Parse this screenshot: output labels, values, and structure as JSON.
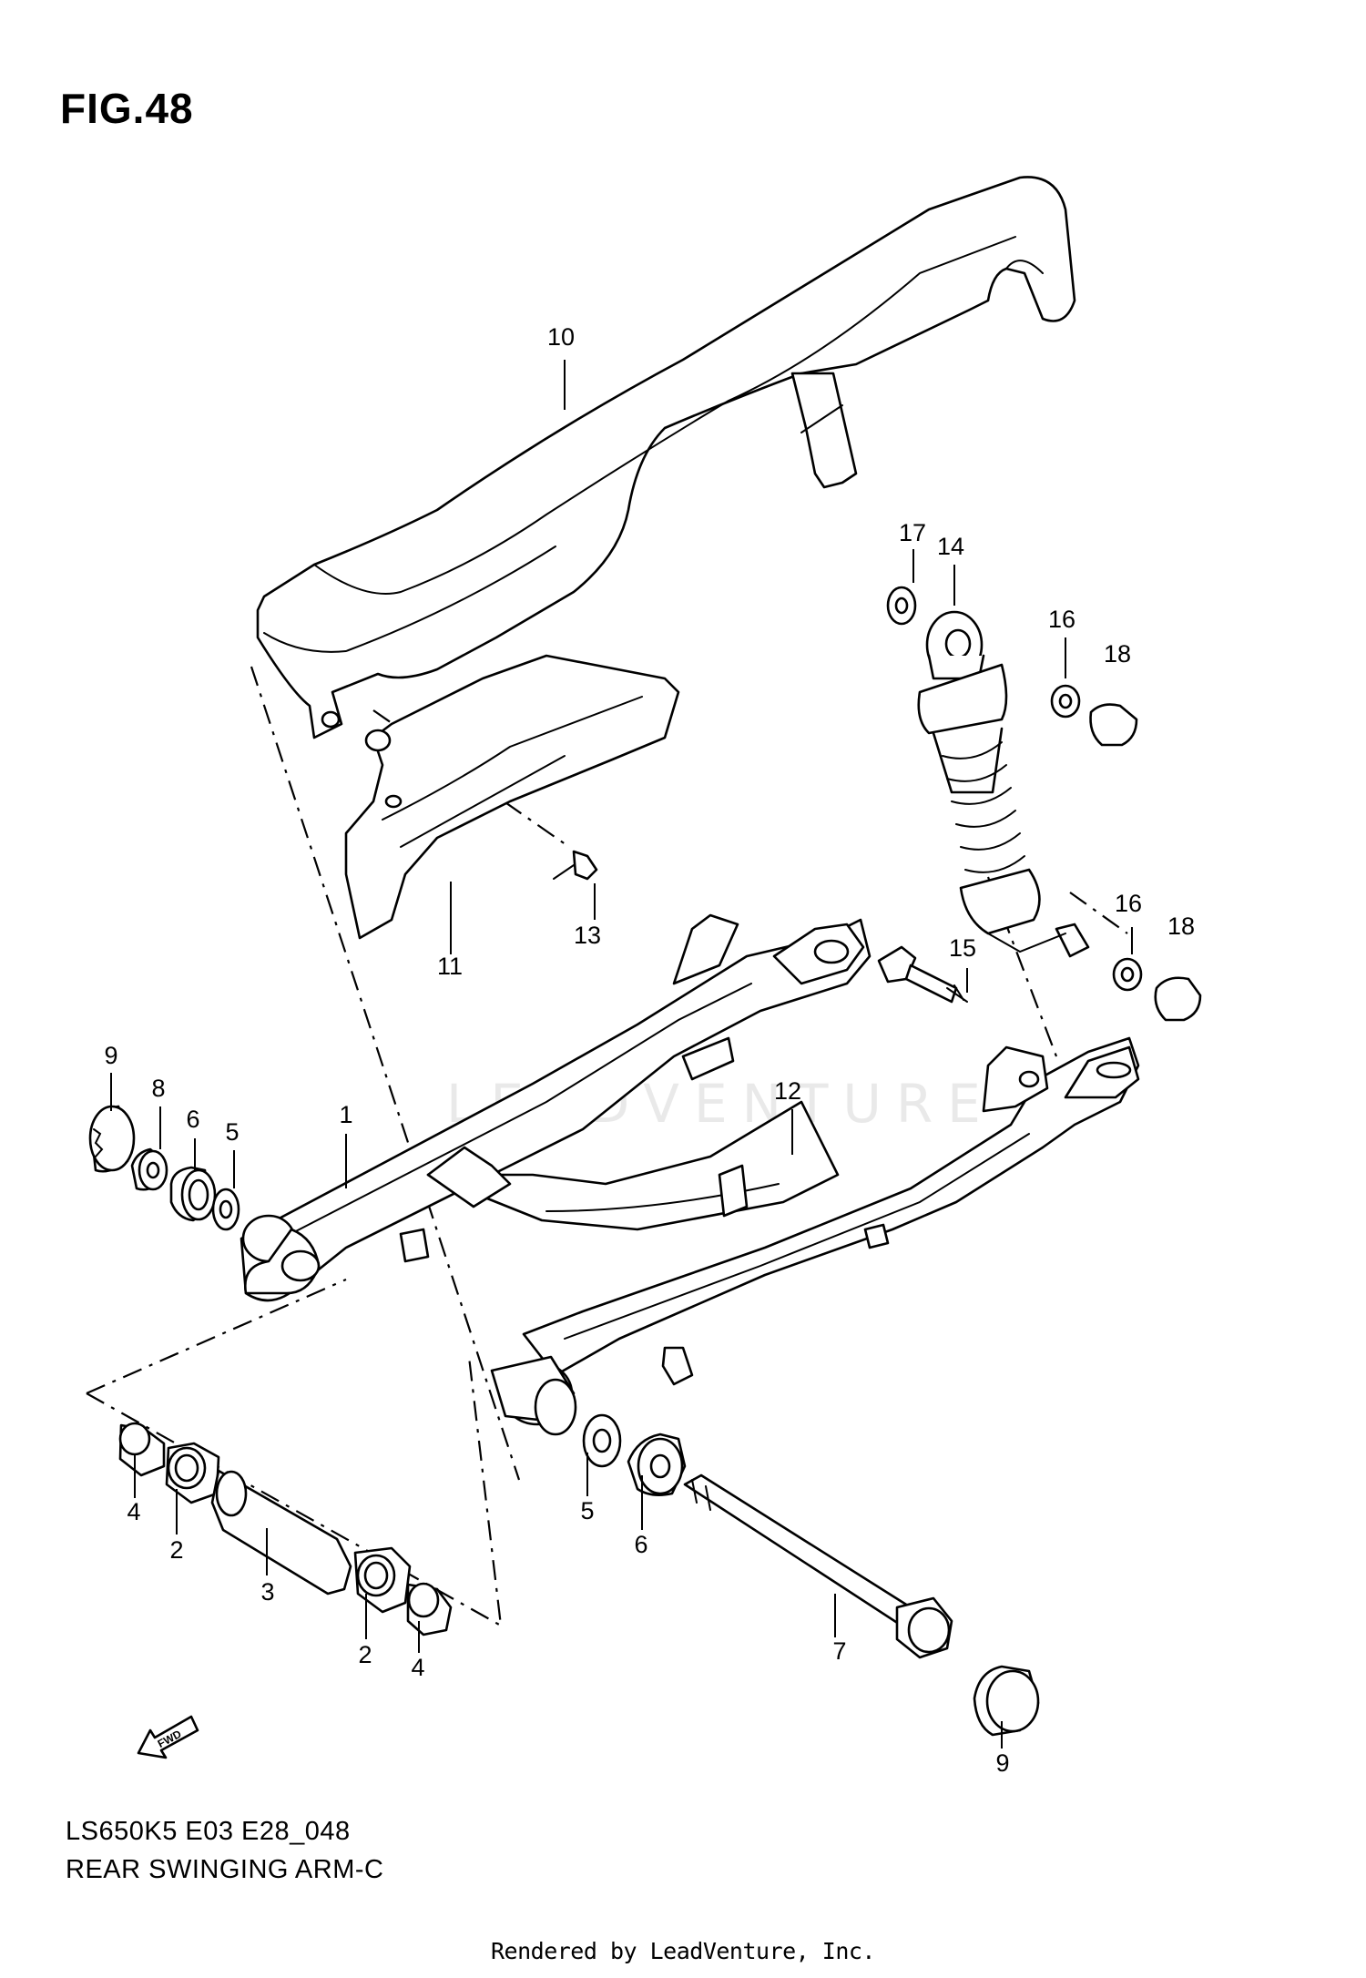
{
  "figure": {
    "title": "FIG.48",
    "model_code": "LS650K5 E03 E28_048",
    "name": "REAR SWINGING ARM-C",
    "rendered_by": "Rendered by LeadVenture, Inc.",
    "watermark": "LEADVENTURE",
    "direction_label": "FWD"
  },
  "callouts": [
    {
      "id": "c10",
      "text": "10"
    },
    {
      "id": "c17",
      "text": "17"
    },
    {
      "id": "c14",
      "text": "14"
    },
    {
      "id": "c16a",
      "text": "16"
    },
    {
      "id": "c18a",
      "text": "18"
    },
    {
      "id": "c16b",
      "text": "16"
    },
    {
      "id": "c18b",
      "text": "18"
    },
    {
      "id": "c15",
      "text": "15"
    },
    {
      "id": "c11",
      "text": "11"
    },
    {
      "id": "c13",
      "text": "13"
    },
    {
      "id": "c9a",
      "text": "9"
    },
    {
      "id": "c8",
      "text": "8"
    },
    {
      "id": "c6a",
      "text": "6"
    },
    {
      "id": "c5a",
      "text": "5"
    },
    {
      "id": "c1",
      "text": "1"
    },
    {
      "id": "c12",
      "text": "12"
    },
    {
      "id": "c4a",
      "text": "4"
    },
    {
      "id": "c2a",
      "text": "2"
    },
    {
      "id": "c3",
      "text": "3"
    },
    {
      "id": "c2b",
      "text": "2"
    },
    {
      "id": "c4b",
      "text": "4"
    },
    {
      "id": "c5b",
      "text": "5"
    },
    {
      "id": "c6b",
      "text": "6"
    },
    {
      "id": "c7",
      "text": "7"
    },
    {
      "id": "c9b",
      "text": "9"
    }
  ]
}
